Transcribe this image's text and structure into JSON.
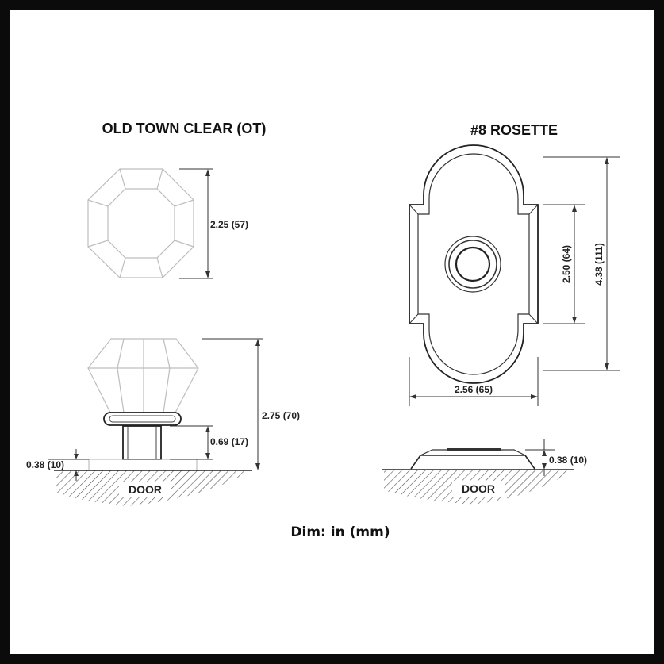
{
  "left": {
    "title": "OLD TOWN CLEAR (OT)",
    "dim_width": "2.25 (57)",
    "dim_height": "2.75 (70)",
    "dim_neck": "0.69 (17)",
    "dim_base": "0.38 (10)",
    "door_label": "DOOR"
  },
  "right": {
    "title": "#8 ROSETTE",
    "dim_inner": "2.50 (64)",
    "dim_outer": "4.38 (111)",
    "dim_width": "2.56 (65)",
    "dim_base": "0.38 (10)",
    "door_label": "DOOR"
  },
  "legend": "Dim: in (mm)"
}
